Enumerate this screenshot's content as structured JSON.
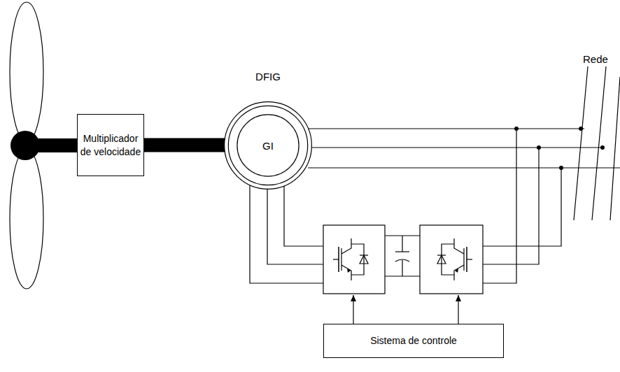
{
  "diagram": {
    "nodes": [
      {
        "text": [
          "Multiplicador de velocidade"
        ]
      },
      {
        "text": [
          "DFIG"
        ]
      },
      {
        "text": [
          "GI"
        ],
        "in": 1
      },
      {
        "text": [
          "Sistema de controle"
        ]
      }
    ],
    "edges": [
      {
        "from": 0,
        "to": 1,
        "arrow": "none"
      }
    ],
    "labels": [
      "Rede"
    ]
  }
}
